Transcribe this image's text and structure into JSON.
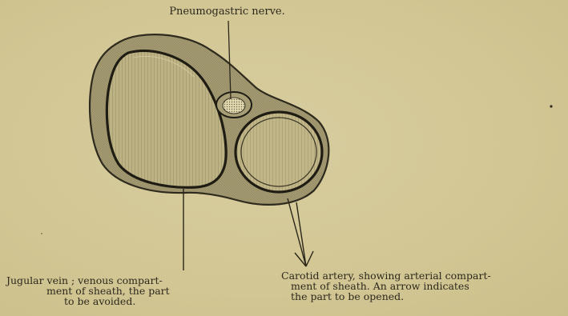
{
  "labels": {
    "nerve": "Pneumogastric nerve.",
    "jugular": {
      "line1": "Jugular vein ; venous compart-",
      "line2": "ment of sheath, the part",
      "line3": "to be avoided."
    },
    "carotid": {
      "line1": "Carotid artery, showing arterial compart-",
      "line2": "ment of sheath.   An arrow indicates",
      "line3": "the part to be opened."
    }
  },
  "colors": {
    "paper": "#d4c999",
    "ink": "#2c281c",
    "sheath": "#9e9670",
    "lumen": "#bdb283"
  }
}
